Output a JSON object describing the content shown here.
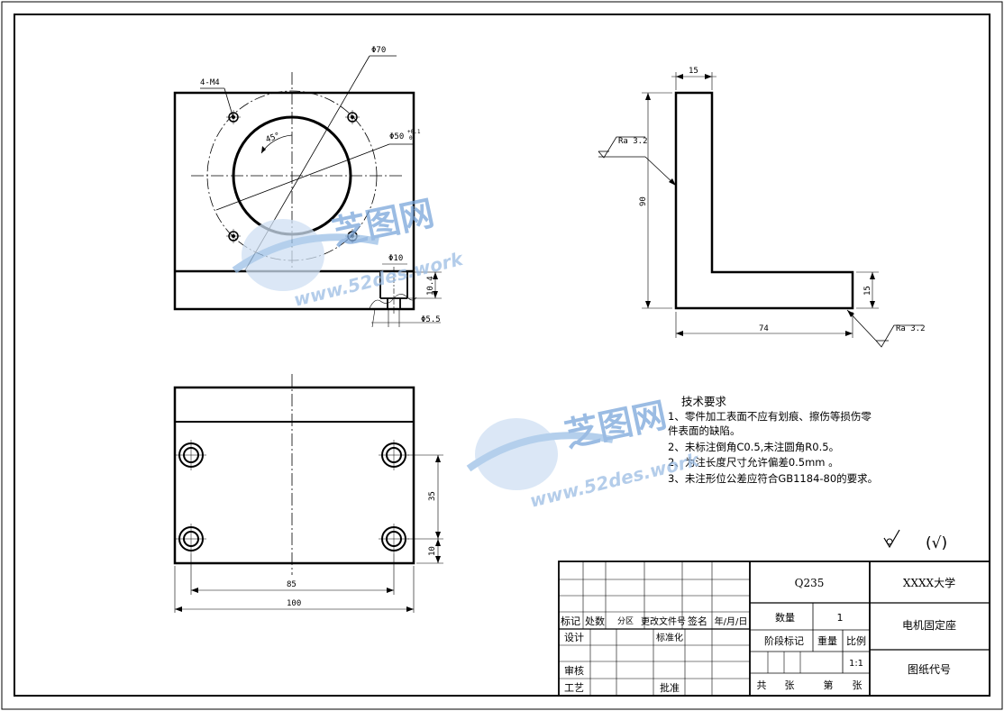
{
  "drawing": {
    "dims": {
      "phi70": "Φ70",
      "m4": "4-M4",
      "phi50": "Φ50",
      "tol_upper": "+0.1",
      "tol_lower": "0",
      "angle45": "45°",
      "phi10": "Φ10",
      "d10_4": "10.4",
      "phi5_5": "Φ5.5",
      "d15_top": "15",
      "d90": "90",
      "d15_side": "15",
      "d74": "74",
      "d35": "35",
      "d10_side": "10",
      "d85": "85",
      "d100": "100"
    },
    "roughness": {
      "upper": "Ra 3.2",
      "lower": "Ra 3.2",
      "remaining": "(√)"
    },
    "tech_requirements": {
      "title": "技术要求",
      "line1": "1、零件加工表面不应有划痕、擦伤等损伤零",
      "line1b": "件表面的缺陷。",
      "line2": "2、未标注倒角C0.5,未注圆角R0.5。",
      "line3": "2、为注长度尺寸允许偏差0.5mm 。",
      "line4": "3、未注形位公差应符合GB1184-80的要求。"
    },
    "watermark": {
      "brand": "芝图网",
      "url": "www.52des.work"
    }
  },
  "title_block": {
    "material": "Q235",
    "university": "XXXX大学",
    "part_name": "电机固定座",
    "drawing_no_label": "图纸代号",
    "qty_label": "数量",
    "qty_value": "1",
    "stage_label": "阶段标记",
    "weight_label": "重量",
    "scale_label": "比例",
    "scale_value": "1:1",
    "sheets_total": "共",
    "sheets_unit1": "张",
    "sheet_no": "第",
    "sheets_unit2": "张",
    "mark": "标记",
    "count": "处数",
    "zone": "分区",
    "change_doc": "更改文件号",
    "signature": "签名",
    "date": "年/月/日",
    "design": "设计",
    "standardize": "标准化",
    "review": "审核",
    "process": "工艺",
    "approve": "批准"
  }
}
